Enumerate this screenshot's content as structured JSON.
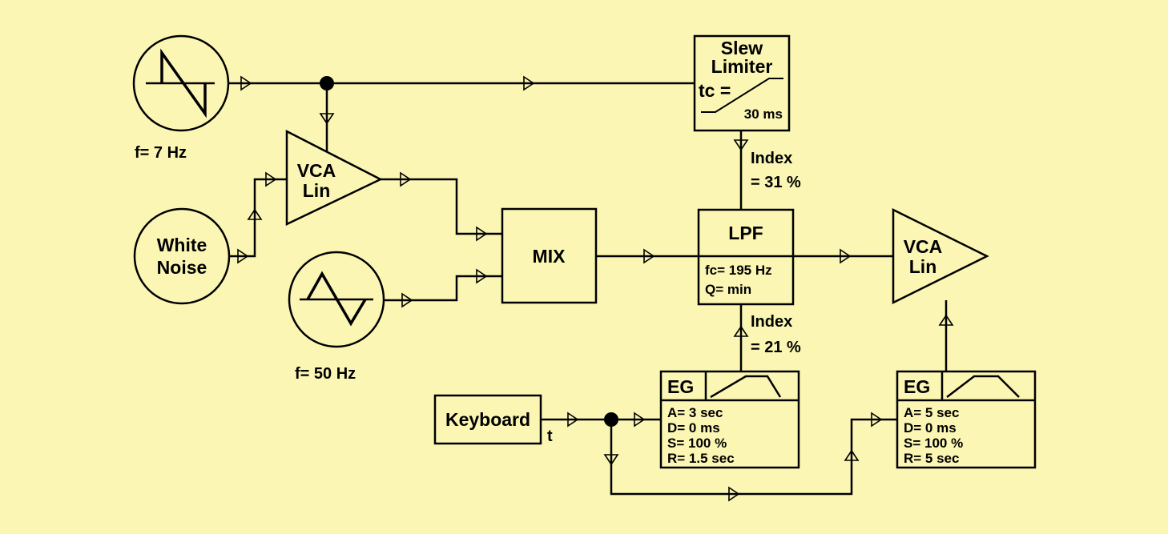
{
  "background_color": "#fbf6b4",
  "lfo": {
    "freq_label": "f= 7 Hz",
    "icon": "sawtooth-wave-icon"
  },
  "noise": {
    "line1": "White",
    "line2": "Noise"
  },
  "vca_top": {
    "line1": "VCA",
    "line2": "Lin"
  },
  "osc": {
    "freq_label": "f= 50 Hz",
    "icon": "triangle-wave-icon"
  },
  "mix": {
    "label": "MIX"
  },
  "slew": {
    "line1": "Slew",
    "line2": "Limiter",
    "tc_label": "tc =",
    "tc_value": "30 ms"
  },
  "index_top": {
    "line1": "Index",
    "line2": "= 31 %"
  },
  "lpf": {
    "label": "LPF",
    "fc": "fc= 195 Hz",
    "q": "Q= min"
  },
  "index_bottom": {
    "line1": "Index",
    "line2": "= 21 %"
  },
  "vca_out": {
    "line1": "VCA",
    "line2": "Lin"
  },
  "keyboard": {
    "label": "Keyboard",
    "out_label": "t"
  },
  "eg1": {
    "title": "EG",
    "a": "A=  3 sec",
    "d": "D=  0  ms",
    "s": "S=  100 %",
    "r": "R=  1.5 sec"
  },
  "eg2": {
    "title": "EG",
    "a": "A=  5  sec",
    "d": "D=  0  ms",
    "s": "S=  100 %",
    "r": "R=  5  sec"
  }
}
